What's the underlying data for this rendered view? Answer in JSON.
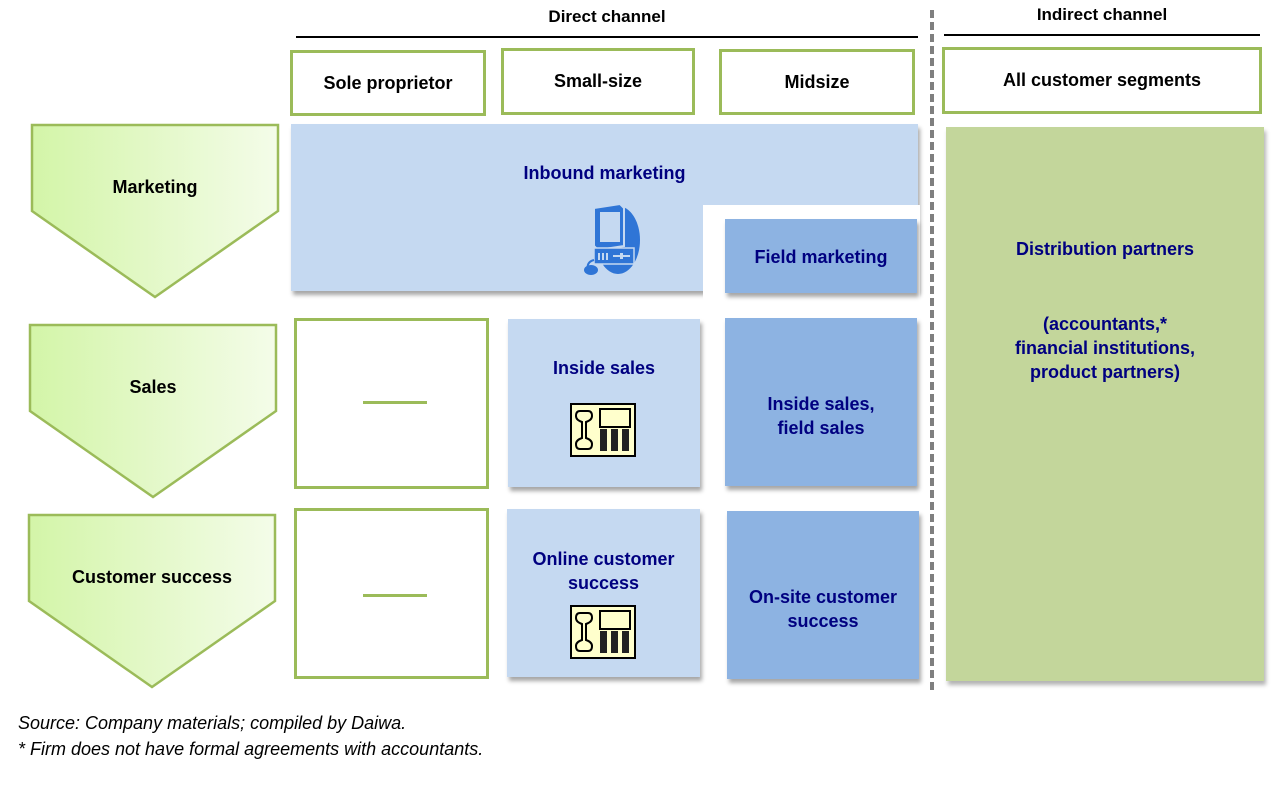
{
  "headers": {
    "direct_channel": "Direct channel",
    "indirect_channel": "Indirect channel"
  },
  "segments": {
    "sole_proprietor": "Sole proprietor",
    "small_size": "Small-size",
    "midsize": "Midsize",
    "all_segments": "All customer segments"
  },
  "stages": [
    {
      "label": "Marketing"
    },
    {
      "label": "Sales"
    },
    {
      "label": "Customer success"
    }
  ],
  "cells": {
    "inbound_marketing": "Inbound marketing",
    "field_marketing": "Field marketing",
    "inside_sales": "Inside sales",
    "inside_field_sales_1": "Inside sales,",
    "inside_field_sales_2": "field sales",
    "online_cs_1": "Online customer",
    "online_cs_2": "success",
    "onsite_cs_1": "On-site customer",
    "onsite_cs_2": "success",
    "empty_marker": "—"
  },
  "indirect": {
    "title": "Distribution partners",
    "line1": "(accountants,*",
    "line2": "financial institutions,",
    "line3": "product partners)"
  },
  "icons": {
    "computer": "computer-icon",
    "phone": "telephone-icon"
  },
  "colors": {
    "green_border": "#9bbb59",
    "light_blue": "#c5d9f1",
    "mid_blue": "#8db3e2",
    "olive_green": "#c3d69b",
    "navy_text": "#000080"
  },
  "footnotes": {
    "source": "Source: Company materials; compiled by Daiwa.",
    "note": "* Firm does not have formal agreements with accountants."
  }
}
